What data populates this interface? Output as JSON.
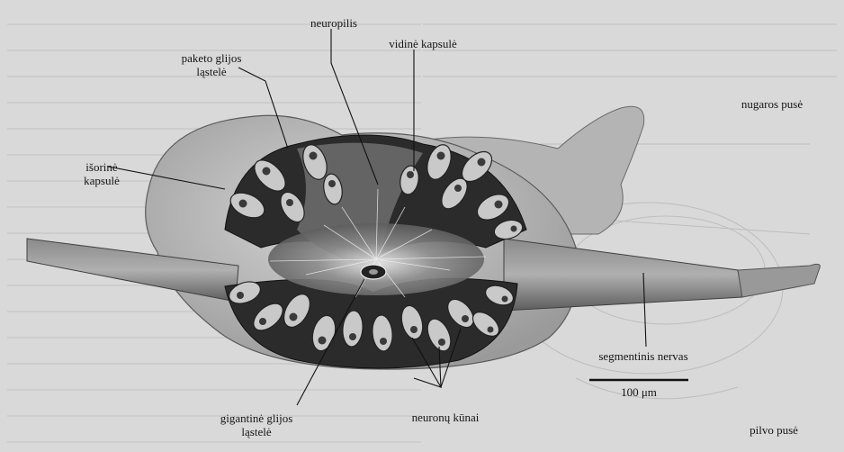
{
  "labels": {
    "neuropilis": "neuropilis",
    "vidine_kapsule": "vidinė kapsulė",
    "paketo_glijos_1": "paketo glijos",
    "paketo_glijos_2": "ląstelė",
    "isorine_kapsule_1": "išorinė",
    "isorine_kapsule_2": "kapsulė",
    "nugaros_puse": "nugaros pusė",
    "segmentinis_nervas": "segmentinis nervas",
    "scale_bar": "100 μm",
    "neuronu_kunai": "neuronų kūnai",
    "gigantine_1": "gigantinė glijos",
    "gigantine_2": "ląstelė",
    "pilvo_puse": "pilvo pusė"
  },
  "colors": {
    "page": "#d9d9d9",
    "capsule_outer": "#bdbdbd",
    "capsule_dark": "#2e2e2e",
    "neuron_light": "#c9c9c9",
    "neuron_nucleus": "#3a3a3a",
    "nerve": "#6e6e6e",
    "neuropil": "#7d7d7d"
  }
}
